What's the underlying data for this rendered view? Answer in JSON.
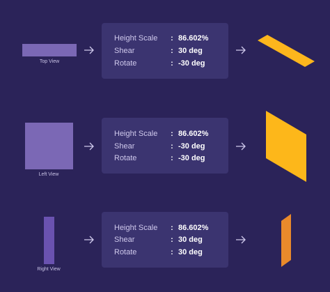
{
  "rows": [
    {
      "view_label": "Top View",
      "height_scale_key": "Height Scale",
      "height_scale_val": "86.602%",
      "shear_key": "Shear",
      "shear_val": "30 deg",
      "rotate_key": "Rotate",
      "rotate_val": "-30 deg",
      "colon": ":"
    },
    {
      "view_label": "Left View",
      "height_scale_key": "Height Scale",
      "height_scale_val": "86.602%",
      "shear_key": "Shear",
      "shear_val": "-30 deg",
      "rotate_key": "Rotate",
      "rotate_val": "-30 deg",
      "colon": ":"
    },
    {
      "view_label": "Right View",
      "height_scale_key": "Height Scale",
      "height_scale_val": "86.602%",
      "shear_key": "Shear",
      "shear_val": "30 deg",
      "rotate_key": "Rotate",
      "rotate_val": "30 deg",
      "colon": ":"
    }
  ],
  "colors": {
    "background": "#2b2359",
    "source_shape": "#7b68b5",
    "card": "#3b3470",
    "top_result": "#fdb61d",
    "left_result": "#fdb71a",
    "right_result": "#e98a2b"
  },
  "icons": {
    "arrow": "arrow-right-icon"
  }
}
